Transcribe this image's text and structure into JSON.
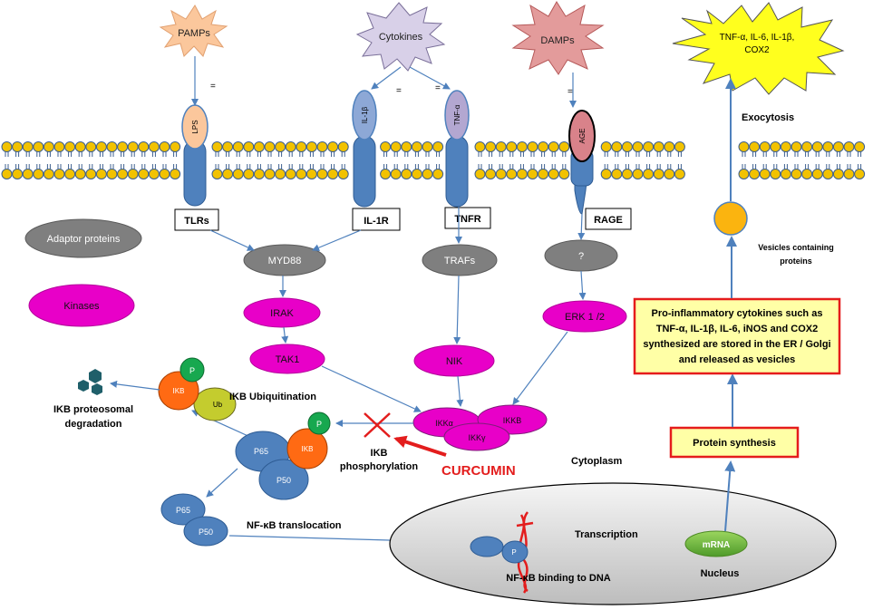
{
  "stimuli": {
    "pamps": "PAMPs",
    "cytokines": "Cytokines",
    "damps": "DAMPs",
    "output_line1": "TNF-α, IL-6, IL-1β,",
    "output_line2": "COX2"
  },
  "ligands": {
    "lps": "LPS",
    "il1b": "IL-1β",
    "tnfa": "TNF-α",
    "age": "AGE"
  },
  "receptors": {
    "tlrs": "TLRs",
    "il1r": "IL-1R",
    "tnfr": "TNFR",
    "rage": "RAGE"
  },
  "legend": {
    "adaptor": "Adaptor proteins",
    "kinases": "Kinases"
  },
  "adaptors": {
    "myd88": "MYD88",
    "trafs": "TRAFs",
    "unknown": "?"
  },
  "kinases": {
    "irak": "IRAK",
    "tak1": "TAK1",
    "nik": "NIK",
    "erk": "ERK 1 /2",
    "ikka": "IKKα",
    "ikkb": "IKKB",
    "ikky": "IKKγ"
  },
  "complex": {
    "p": "P",
    "ikb": "IKB",
    "ub": "Ub",
    "p65": "P65",
    "p50": "P50"
  },
  "labels": {
    "exocytosis": "Exocytosis",
    "vesicles_line1": "Vesicles containing",
    "vesicles_line2": "proteins",
    "ikb_ubiquitination": "IKB Ubiquitination",
    "ikb_degradation_line1": "IKB proteosomal",
    "ikb_degradation_line2": "degradation",
    "ikb_phos_line1": "IKB",
    "ikb_phos_line2": "phosphorylation",
    "curcumin": "CURCUMIN",
    "cytoplasm": "Cytoplasm",
    "nfkb_translocation": "NF-κB translocation",
    "transcription": "Transcription",
    "mrna": "mRNA",
    "nucleus": "Nucleus",
    "nfkb_dna": "NF-κB binding to DNA",
    "equals": "="
  },
  "boxes": {
    "pro_line1": "Pro-inflammatory cytokines such as",
    "pro_line2": "TNF-α, IL-1β, IL-6, iNOS and COX2",
    "pro_line3": "synthesized are stored in the ER / Golgi",
    "pro_line4": "and released as vesicles",
    "protein_synthesis": "Protein synthesis"
  },
  "colors": {
    "adaptor": "#7f7f7f",
    "kinase": "#e800c8",
    "receptor": "#4f81bd",
    "lipid_head": "#f2c200",
    "box_fill": "#ffffa6",
    "box_border": "#e51c1c",
    "curcumin": "#e31d1d",
    "mrna": "#6fb63a",
    "arrow": "#4f81bd"
  }
}
